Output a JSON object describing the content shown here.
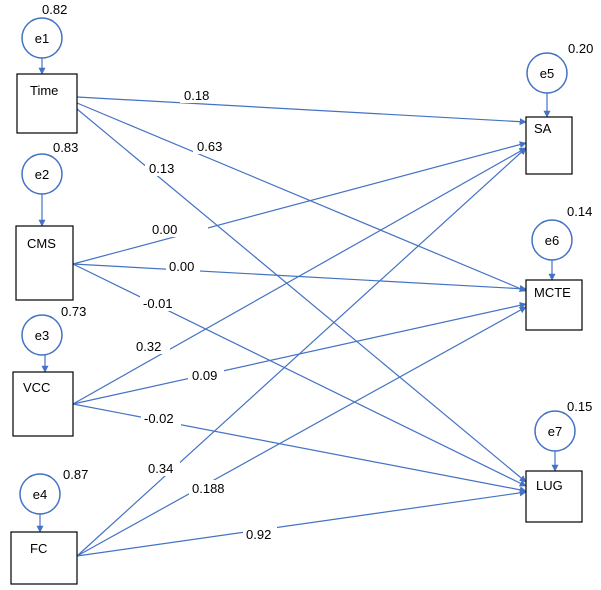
{
  "diagram": {
    "colors": {
      "line": "#4472C4",
      "box": "#000000",
      "text": "#000000",
      "background": "#ffffff"
    },
    "nodes": {
      "time": "Time",
      "cms": "CMS",
      "vcc": "VCC",
      "fc": "FC",
      "sa": "SA",
      "mcte": "MCTE",
      "lug": "LUG"
    },
    "errors": {
      "e1": {
        "label": "e1",
        "variance": "0.82"
      },
      "e2": {
        "label": "e2",
        "variance": "0.83"
      },
      "e3": {
        "label": "e3",
        "variance": "0.73"
      },
      "e4": {
        "label": "e4",
        "variance": "0.87"
      },
      "e5": {
        "label": "e5",
        "variance": "0.20"
      },
      "e6": {
        "label": "e6",
        "variance": "0.14"
      },
      "e7": {
        "label": "e7",
        "variance": "0.15"
      }
    },
    "paths": [
      {
        "from": "Time",
        "to": "SA",
        "coef": "0.18"
      },
      {
        "from": "Time",
        "to": "MCTE",
        "coef": "0.63"
      },
      {
        "from": "Time",
        "to": "LUG",
        "coef": "0.13"
      },
      {
        "from": "CMS",
        "to": "SA",
        "coef": "0.00"
      },
      {
        "from": "CMS",
        "to": "MCTE",
        "coef": "0.00"
      },
      {
        "from": "CMS",
        "to": "LUG",
        "coef": "-0.01"
      },
      {
        "from": "VCC",
        "to": "SA",
        "coef": "0.32"
      },
      {
        "from": "VCC",
        "to": "MCTE",
        "coef": "0.09"
      },
      {
        "from": "VCC",
        "to": "LUG",
        "coef": "-0.02"
      },
      {
        "from": "FC",
        "to": "SA",
        "coef": "0.34"
      },
      {
        "from": "FC",
        "to": "MCTE",
        "coef": "0.188"
      },
      {
        "from": "FC",
        "to": "LUG",
        "coef": "0.92"
      }
    ]
  }
}
